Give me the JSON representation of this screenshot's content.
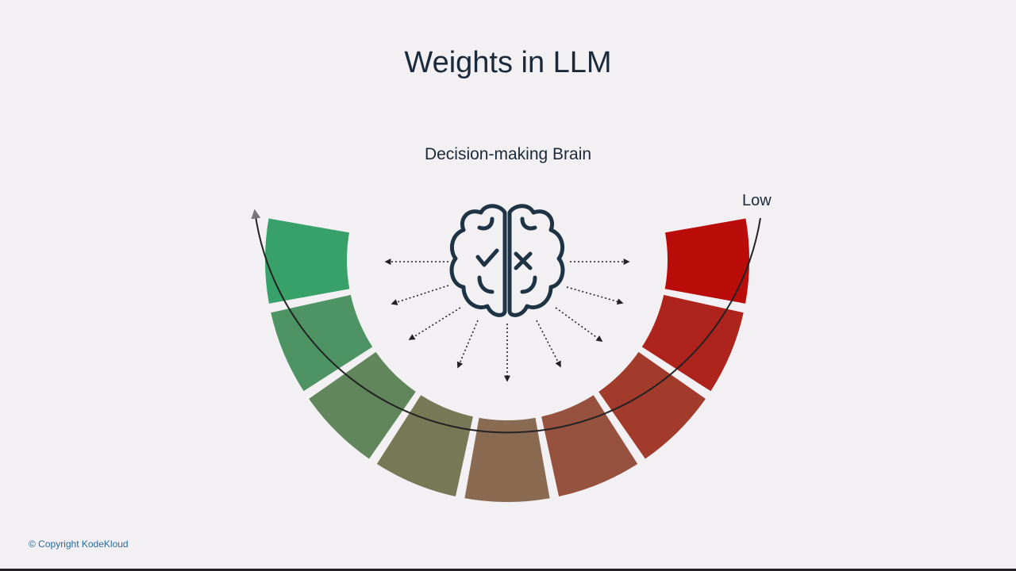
{
  "title": "Weights in LLM",
  "subtitle": "Decision-making Brain",
  "scale_label_low": "Low",
  "copyright": "© Copyright KodeKloud",
  "brain_icon": "brain-check-cross-icon",
  "gauge": {
    "segments": 9,
    "start_color": "#2ea86c",
    "mid_color": "#8a6a50",
    "end_color": "#c00000"
  }
}
